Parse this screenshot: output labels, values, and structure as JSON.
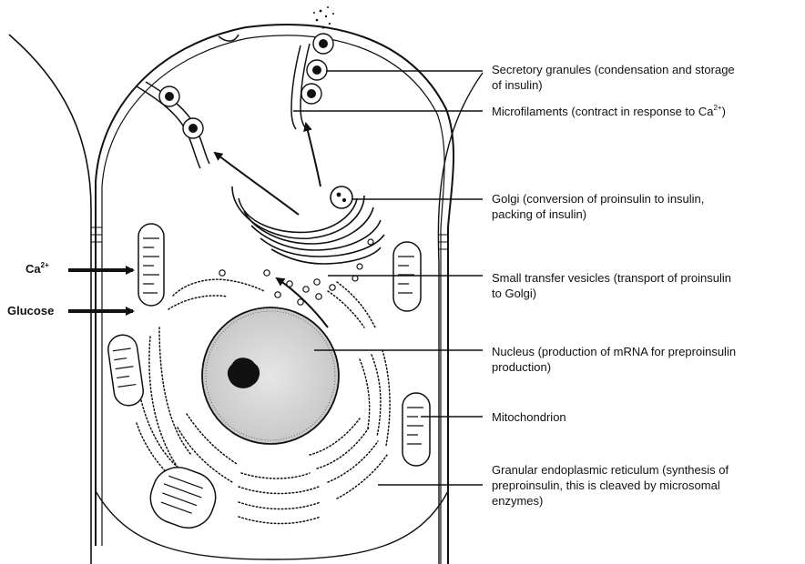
{
  "inputs": {
    "calcium": {
      "text": "Ca",
      "sup": "2+"
    },
    "glucose": {
      "text": "Glucose"
    }
  },
  "labels": {
    "secretory_granules": {
      "line1": "Secretory granules (condensation and storage",
      "line2": "of insulin)"
    },
    "microfilaments": {
      "text": "Microfilaments (contract in response to Ca",
      "sup": "2+",
      "tail": ")"
    },
    "golgi": {
      "line1": "Golgi (conversion of proinsulin to insulin,",
      "line2": "packing of insulin)"
    },
    "transfer_vesicles": {
      "line1": "Small transfer vesicles (transport of proinsulin",
      "line2": "to Golgi)"
    },
    "nucleus": {
      "line1": "Nucleus (production of mRNA for preproinsulin",
      "line2": "production)"
    },
    "mitochondrion": {
      "text": "Mitochondrion"
    },
    "granular_er": {
      "line1": "Granular endoplasmic reticulum (synthesis of",
      "line2": "preproinsulin, this is cleaved by microsomal",
      "line3": "enzymes)"
    }
  },
  "colors": {
    "ink": "#111111",
    "background": "#ffffff"
  }
}
